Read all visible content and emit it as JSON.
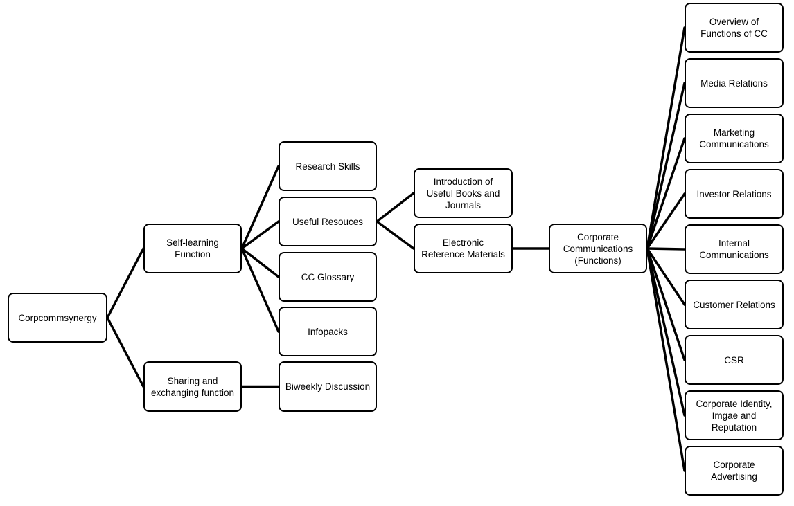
{
  "nodes": {
    "root": "Corpcommsynergy",
    "self_learning": "Self-learning\nFunction",
    "sharing": "Sharing and\nexchanging function",
    "research_skills": "Research Skills",
    "useful_resources": "Useful Resouces",
    "cc_glossary": "CC Glossary",
    "infopacks": "Infopacks",
    "biweekly": "Biweekly Discussion",
    "intro_books": "Introduction of\nUseful Books and\nJournals",
    "electronic_ref": "Electronic\nReference Materials",
    "cc_functions": "Corporate\nCommunications\n(Functions)",
    "overview": "Overview of\nFunctions of CC",
    "media_relations": "Media Relations",
    "marketing": "Marketing\nCommunications",
    "investor": "Investor Relations",
    "internal": "Internal\nCommunications",
    "customer": "Customer Relations",
    "csr": "CSR",
    "identity": "Corporate Identity,\nImgae and\nReputation",
    "advertising": "Corporate\nAdvertising"
  },
  "edges": [
    [
      "root",
      "self_learning"
    ],
    [
      "root",
      "sharing"
    ],
    [
      "self_learning",
      "research_skills"
    ],
    [
      "self_learning",
      "useful_resources"
    ],
    [
      "self_learning",
      "cc_glossary"
    ],
    [
      "self_learning",
      "infopacks"
    ],
    [
      "sharing",
      "biweekly"
    ],
    [
      "useful_resources",
      "intro_books"
    ],
    [
      "useful_resources",
      "electronic_ref"
    ],
    [
      "electronic_ref",
      "cc_functions"
    ],
    [
      "cc_functions",
      "overview"
    ],
    [
      "cc_functions",
      "media_relations"
    ],
    [
      "cc_functions",
      "marketing"
    ],
    [
      "cc_functions",
      "investor"
    ],
    [
      "cc_functions",
      "internal"
    ],
    [
      "cc_functions",
      "customer"
    ],
    [
      "cc_functions",
      "csr"
    ],
    [
      "cc_functions",
      "identity"
    ],
    [
      "cc_functions",
      "advertising"
    ]
  ]
}
